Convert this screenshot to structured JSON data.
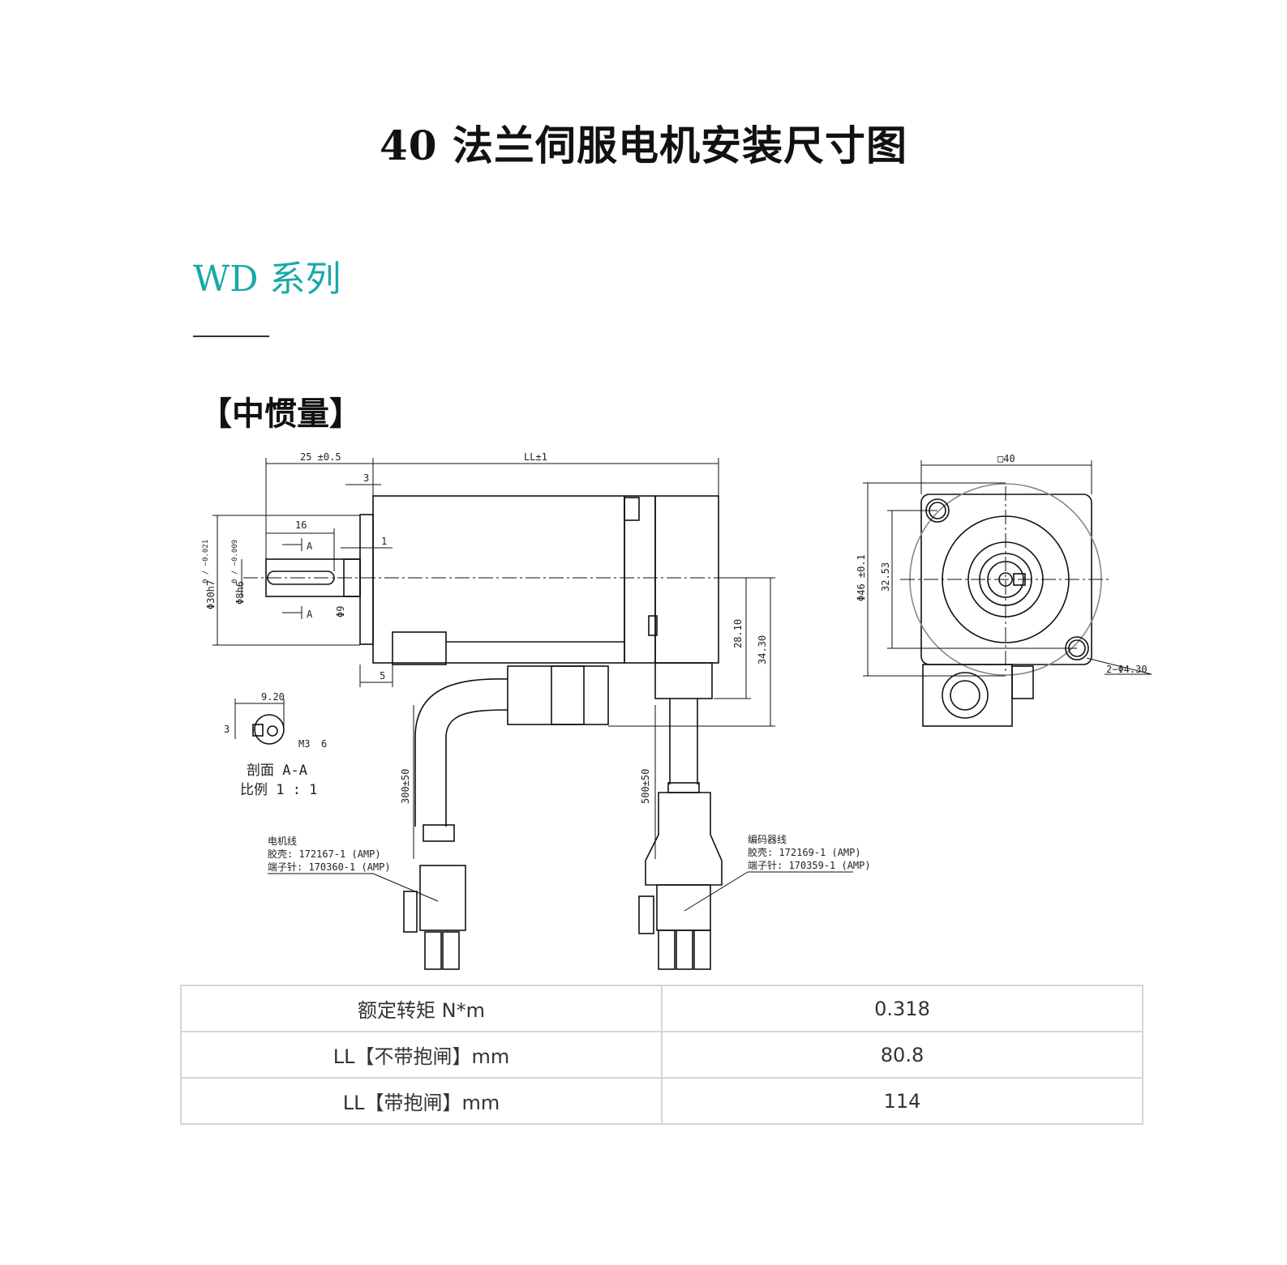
{
  "page": {
    "title": "40 法兰伺服电机安装尺寸图",
    "series": "WD 系列",
    "rule": "——",
    "section": "【中惯量】"
  },
  "drawing": {
    "dim_top_left": "25 ±0.5",
    "dim_top_ll": "LL±1",
    "dim_3": "3",
    "dim_16": "16",
    "dim_1": "1",
    "section_mark": "A",
    "dim_phi30": "Φ30h7",
    "tol_phi30": "0 / −0.021",
    "dim_phi8": "Φ8h6",
    "tol_phi8": "0 / −0.009",
    "dim_phi9": "Φ9",
    "dim_5": "5",
    "dim_28": "28.10",
    "dim_34": "34.30",
    "dim_920": "9.20",
    "dim_3b": "3",
    "m3": "M3",
    "m3_depth": "6",
    "section_label": "剖面 A-A",
    "scale_label": "比例 1 : 1",
    "cable1_len": "300±50",
    "cable2_len": "500±50",
    "motor_line_title": "电机线",
    "motor_line_shell": "胶壳: 172167-1 (AMP)",
    "motor_line_pin": "端子针: 170360-1 (AMP)",
    "enc_line_title": "编码器线",
    "enc_line_shell": "胶壳: 172169-1 (AMP)",
    "enc_line_pin": "端子针: 170359-1 (AMP)",
    "dim_sq40": "□40",
    "dim_phi46": "Φ46 ±0.1",
    "dim_3253": "32.53",
    "dim_holes": "2−Φ4.30"
  },
  "specs": [
    {
      "label": "额定转矩 N*m",
      "value": "0.318"
    },
    {
      "label": "LL【不带抱闸】mm",
      "value": "80.8"
    },
    {
      "label": "LL【带抱闸】mm",
      "value": "114"
    }
  ]
}
